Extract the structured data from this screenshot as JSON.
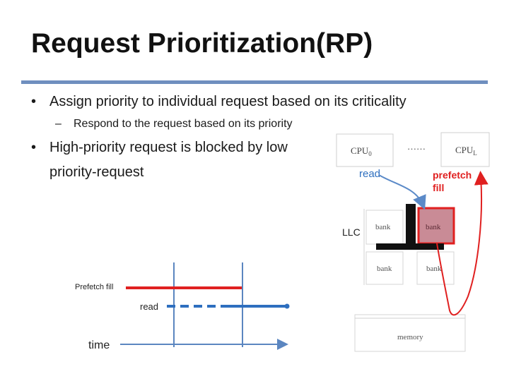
{
  "slide": {
    "title": "Request Prioritization(RP)",
    "bullets": [
      "Assign priority to individual request based on its criticality",
      "High-priority request is blocked by low",
      "priority-request"
    ],
    "sub_bullet": "Respond to the request based on its priority",
    "bullet_marker": "•",
    "sub_marker": "–"
  },
  "diagram": {
    "cpu0": "CPU",
    "cpu0_sub": "0",
    "ellipsis": "……",
    "cpun": "CPU",
    "cpun_sub": "L",
    "read": "read",
    "prefetch_1": "prefetch",
    "prefetch_2": "fill",
    "llc": "LLC",
    "bank": "bank",
    "memory": "memory"
  },
  "timeline": {
    "prefetch_fill": "Prefetch fill",
    "read": "read",
    "time": "time"
  },
  "colors": {
    "accent_rule": "#6f8fbf",
    "red": "#e02020",
    "blue": "#2e6fbf"
  }
}
